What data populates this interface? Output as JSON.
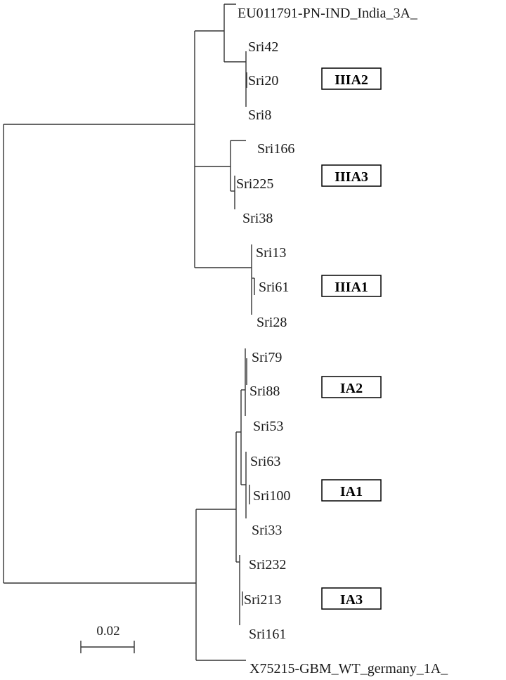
{
  "tree": {
    "taxa": {
      "eu": "EU011791-PN-IND_India_3A_",
      "sri42": "Sri42",
      "sri20": "Sri20",
      "sri8": "Sri8",
      "sri166": "Sri166",
      "sri225": "Sri225",
      "sri38": "Sri38",
      "sri13": "Sri13",
      "sri61": "Sri61",
      "sri28": "Sri28",
      "sri79": "Sri79",
      "sri88": "Sri88",
      "sri53": "Sri53",
      "sri63": "Sri63",
      "sri100": "Sri100",
      "sri33": "Sri33",
      "sri232": "Sri232",
      "sri213": "Sri213",
      "sri161": "Sri161",
      "x75": "X75215-GBM_WT_germany_1A_"
    },
    "clades": {
      "IIIA2": "IIIA2",
      "IIIA3": "IIIA3",
      "IIIA1": "IIIA1",
      "IA2": "IA2",
      "IA1": "IA1",
      "IA3": "IA3"
    },
    "scale_bar": {
      "label": "0.02"
    }
  }
}
